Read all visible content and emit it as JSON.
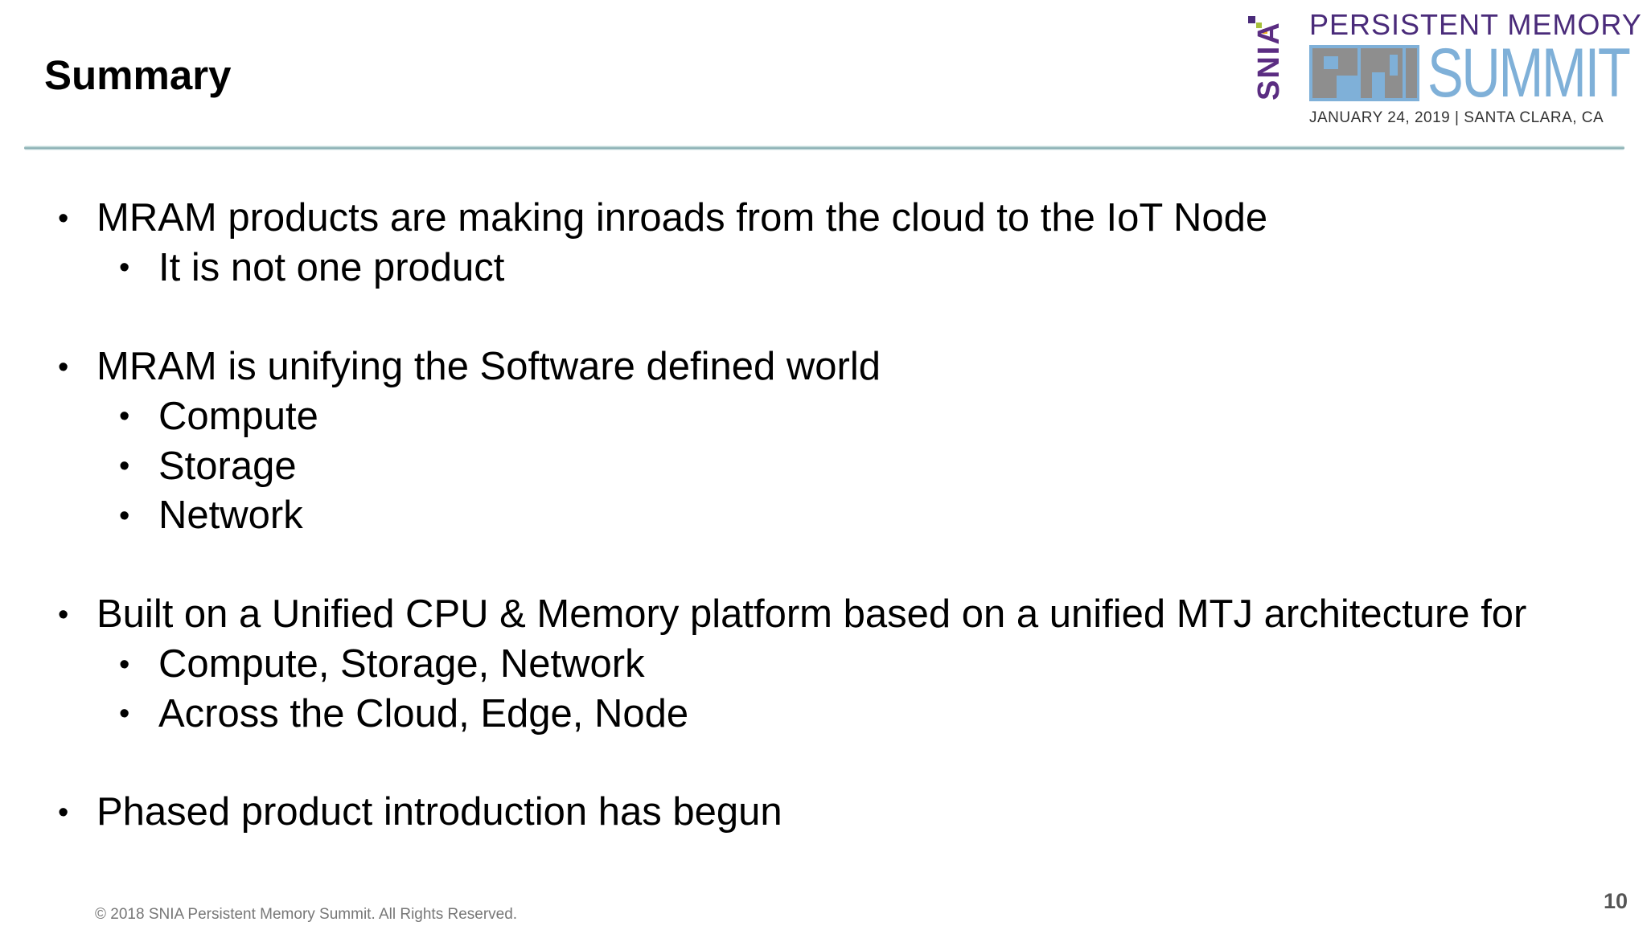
{
  "slide": {
    "title": "Summary",
    "footer_copyright": "© 2018 SNIA Persistent Memory Summit. All Rights Reserved.",
    "page_number": "10"
  },
  "logo": {
    "org": "SNIA",
    "top_line": "PERSISTENT MEMORY",
    "pm_mark": "PM",
    "summit": "SUMMIT",
    "date_line": "JANUARY 24, 2019  |  SANTA CLARA,  CA",
    "colors": {
      "purple": "#5b2d82",
      "blue": "#7fb0d8",
      "gray": "#7a7a7a",
      "green": "#a6c13a"
    }
  },
  "bullets": [
    {
      "text": "MRAM products are making inroads from the cloud to the IoT Node",
      "sub": [
        "It is not one product"
      ]
    },
    {
      "text": "MRAM is unifying the Software defined world",
      "sub": [
        "Compute",
        "Storage",
        "Network"
      ]
    },
    {
      "text": "Built on a Unified CPU & Memory platform based on a unified MTJ architecture for",
      "sub": [
        "Compute, Storage, Network",
        "Across the Cloud, Edge, Node"
      ]
    },
    {
      "text": "Phased product introduction has begun",
      "sub": []
    }
  ],
  "bullet_glyph": "•"
}
